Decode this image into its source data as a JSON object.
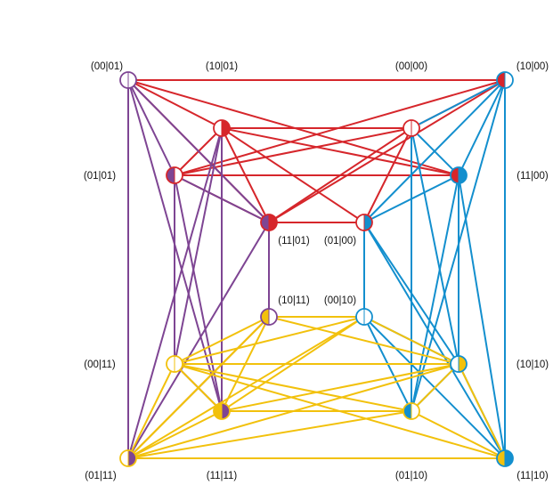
{
  "colors": {
    "red": "#d6262b",
    "purple": "#7e4593",
    "blue": "#138fce",
    "yellow": "#f2c10c",
    "white": "#ffffff"
  },
  "nodes": [
    {
      "id": "n0001",
      "label": "(00|01)",
      "left": "white",
      "right": "white",
      "ring": "purple"
    },
    {
      "id": "n1000",
      "label": "(10|00)",
      "left": "red",
      "right": "white",
      "ring": "blue"
    },
    {
      "id": "n1001",
      "label": "(10|01)",
      "left": "white",
      "right": "red",
      "ring": "red"
    },
    {
      "id": "n0000",
      "label": "(00|00)",
      "left": "white",
      "right": "white",
      "ring": "red"
    },
    {
      "id": "n0101",
      "label": "(01|01)",
      "left": "purple",
      "right": "white",
      "ring": "red"
    },
    {
      "id": "n1100",
      "label": "(11|00)",
      "left": "red",
      "right": "blue",
      "ring": "blue"
    },
    {
      "id": "n1101",
      "label": "(11|01)",
      "left": "purple",
      "right": "red",
      "ring": "red"
    },
    {
      "id": "n0100",
      "label": "(01|00)",
      "left": "white",
      "right": "blue",
      "ring": "red"
    },
    {
      "id": "n1011",
      "label": "(10|11)",
      "left": "yellow",
      "right": "white",
      "ring": "purple"
    },
    {
      "id": "n0010",
      "label": "(00|10)",
      "left": "white",
      "right": "white",
      "ring": "blue"
    },
    {
      "id": "n0011",
      "label": "(00|11)",
      "left": "white",
      "right": "white",
      "ring": "yellow"
    },
    {
      "id": "n1010",
      "label": "(10|10)",
      "left": "white",
      "right": "yellow",
      "ring": "blue"
    },
    {
      "id": "n1111",
      "label": "(11|11)",
      "left": "yellow",
      "right": "purple",
      "ring": "yellow"
    },
    {
      "id": "n0110",
      "label": "(01|10)",
      "left": "blue",
      "right": "white",
      "ring": "yellow"
    },
    {
      "id": "n0111",
      "label": "(01|11)",
      "left": "white",
      "right": "purple",
      "ring": "yellow"
    },
    {
      "id": "n1110",
      "label": "(11|10)",
      "left": "yellow",
      "right": "blue",
      "ring": "blue"
    }
  ],
  "edges": [
    {
      "a": "n0001",
      "b": "n1000",
      "color": "red"
    },
    {
      "a": "n0001",
      "b": "n1001",
      "color": "red"
    },
    {
      "a": "n0001",
      "b": "n1100",
      "color": "red"
    },
    {
      "a": "n0001",
      "b": "n1101",
      "color": "red"
    },
    {
      "a": "n1000",
      "b": "n0000",
      "color": "red"
    },
    {
      "a": "n1000",
      "b": "n0101",
      "color": "red"
    },
    {
      "a": "n1000",
      "b": "n1101",
      "color": "red"
    },
    {
      "a": "n1001",
      "b": "n0000",
      "color": "red"
    },
    {
      "a": "n1001",
      "b": "n0101",
      "color": "red"
    },
    {
      "a": "n1001",
      "b": "n1101",
      "color": "red"
    },
    {
      "a": "n1001",
      "b": "n1100",
      "color": "red"
    },
    {
      "a": "n0000",
      "b": "n0101",
      "color": "red"
    },
    {
      "a": "n0000",
      "b": "n1101",
      "color": "red"
    },
    {
      "a": "n0101",
      "b": "n1100",
      "color": "red"
    },
    {
      "a": "n0101",
      "b": "n1101",
      "color": "red"
    },
    {
      "a": "n1101",
      "b": "n0100",
      "color": "red"
    },
    {
      "a": "n0100",
      "b": "n0000",
      "color": "red"
    },
    {
      "a": "n0100",
      "b": "n1001",
      "color": "red"
    },
    {
      "a": "n0001",
      "b": "n0101",
      "color": "purple"
    },
    {
      "a": "n0001",
      "b": "n0111",
      "color": "purple"
    },
    {
      "a": "n0001",
      "b": "n1111",
      "color": "purple"
    },
    {
      "a": "n0001",
      "b": "n1101",
      "color": "purple"
    },
    {
      "a": "n1001",
      "b": "n1111",
      "color": "purple"
    },
    {
      "a": "n1001",
      "b": "n0011",
      "color": "purple"
    },
    {
      "a": "n1001",
      "b": "n0111",
      "color": "purple"
    },
    {
      "a": "n0101",
      "b": "n0011",
      "color": "purple"
    },
    {
      "a": "n0101",
      "b": "n1111",
      "color": "purple"
    },
    {
      "a": "n0101",
      "b": "n1101",
      "color": "purple"
    },
    {
      "a": "n1101",
      "b": "n1011",
      "color": "purple"
    },
    {
      "a": "n1101",
      "b": "n0111",
      "color": "purple"
    },
    {
      "a": "n0011",
      "b": "n1111",
      "color": "purple"
    },
    {
      "a": "n0111",
      "b": "n1011",
      "color": "purple"
    },
    {
      "a": "n1000",
      "b": "n0000",
      "color": "blue"
    },
    {
      "a": "n1000",
      "b": "n1100",
      "color": "blue"
    },
    {
      "a": "n1000",
      "b": "n0100",
      "color": "blue"
    },
    {
      "a": "n1000",
      "b": "n1110",
      "color": "blue"
    },
    {
      "a": "n1000",
      "b": "n0110",
      "color": "blue"
    },
    {
      "a": "n0000",
      "b": "n1100",
      "color": "blue"
    },
    {
      "a": "n0000",
      "b": "n1010",
      "color": "blue"
    },
    {
      "a": "n0000",
      "b": "n0110",
      "color": "blue"
    },
    {
      "a": "n1100",
      "b": "n0100",
      "color": "blue"
    },
    {
      "a": "n1100",
      "b": "n1010",
      "color": "blue"
    },
    {
      "a": "n1100",
      "b": "n0110",
      "color": "blue"
    },
    {
      "a": "n1100",
      "b": "n1110",
      "color": "blue"
    },
    {
      "a": "n0100",
      "b": "n0010",
      "color": "blue"
    },
    {
      "a": "n0100",
      "b": "n1110",
      "color": "blue"
    },
    {
      "a": "n0010",
      "b": "n1010",
      "color": "blue"
    },
    {
      "a": "n0010",
      "b": "n0110",
      "color": "blue"
    },
    {
      "a": "n0010",
      "b": "n1110",
      "color": "blue"
    },
    {
      "a": "n1010",
      "b": "n0110",
      "color": "blue"
    },
    {
      "a": "n1010",
      "b": "n1110",
      "color": "blue"
    },
    {
      "a": "n0100",
      "b": "n1010",
      "color": "blue"
    },
    {
      "a": "n1011",
      "b": "n0010",
      "color": "yellow"
    },
    {
      "a": "n1011",
      "b": "n0011",
      "color": "yellow"
    },
    {
      "a": "n1011",
      "b": "n1111",
      "color": "yellow"
    },
    {
      "a": "n1011",
      "b": "n0111",
      "color": "yellow"
    },
    {
      "a": "n1011",
      "b": "n1010",
      "color": "yellow"
    },
    {
      "a": "n0010",
      "b": "n0011",
      "color": "yellow"
    },
    {
      "a": "n0010",
      "b": "n1111",
      "color": "yellow"
    },
    {
      "a": "n0010",
      "b": "n0111",
      "color": "yellow"
    },
    {
      "a": "n0010",
      "b": "n1010",
      "color": "yellow"
    },
    {
      "a": "n0011",
      "b": "n1010",
      "color": "yellow"
    },
    {
      "a": "n0011",
      "b": "n1111",
      "color": "yellow"
    },
    {
      "a": "n0011",
      "b": "n0110",
      "color": "yellow"
    },
    {
      "a": "n0011",
      "b": "n0111",
      "color": "yellow"
    },
    {
      "a": "n0011",
      "b": "n1110",
      "color": "yellow"
    },
    {
      "a": "n1111",
      "b": "n0110",
      "color": "yellow"
    },
    {
      "a": "n1111",
      "b": "n0111",
      "color": "yellow"
    },
    {
      "a": "n1111",
      "b": "n1010",
      "color": "yellow"
    },
    {
      "a": "n0110",
      "b": "n1010",
      "color": "yellow"
    },
    {
      "a": "n0110",
      "b": "n0111",
      "color": "yellow"
    },
    {
      "a": "n0111",
      "b": "n1110",
      "color": "yellow"
    },
    {
      "a": "n0111",
      "b": "n1010",
      "color": "yellow"
    },
    {
      "a": "n0111",
      "b": "n1011",
      "color": "yellow"
    },
    {
      "a": "n0110",
      "b": "n1110",
      "color": "yellow"
    },
    {
      "a": "n1010",
      "b": "n1110",
      "color": "yellow"
    }
  ]
}
